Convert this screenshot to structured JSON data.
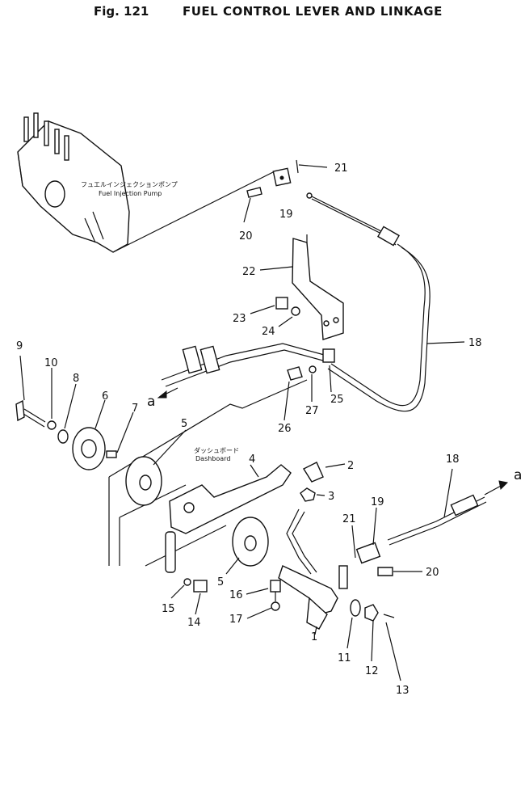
{
  "figure": {
    "number": "Fig. 121",
    "title": "FUEL CONTROL LEVER AND LINKAGE"
  },
  "notes": {
    "pump_jp": "フュエルインジェクションポンプ",
    "pump_en": "Fuel Injection Pump",
    "dash_jp": "ダッシュボード",
    "dash_en": "Dashboard",
    "ref_a": "a"
  },
  "callouts": [
    "1",
    "2",
    "3",
    "4",
    "5",
    "5",
    "6",
    "7",
    "8",
    "9",
    "10",
    "11",
    "12",
    "13",
    "14",
    "15",
    "16",
    "17",
    "18",
    "18",
    "19",
    "19",
    "20",
    "20",
    "21",
    "21",
    "22",
    "23",
    "24",
    "25",
    "26",
    "27"
  ]
}
